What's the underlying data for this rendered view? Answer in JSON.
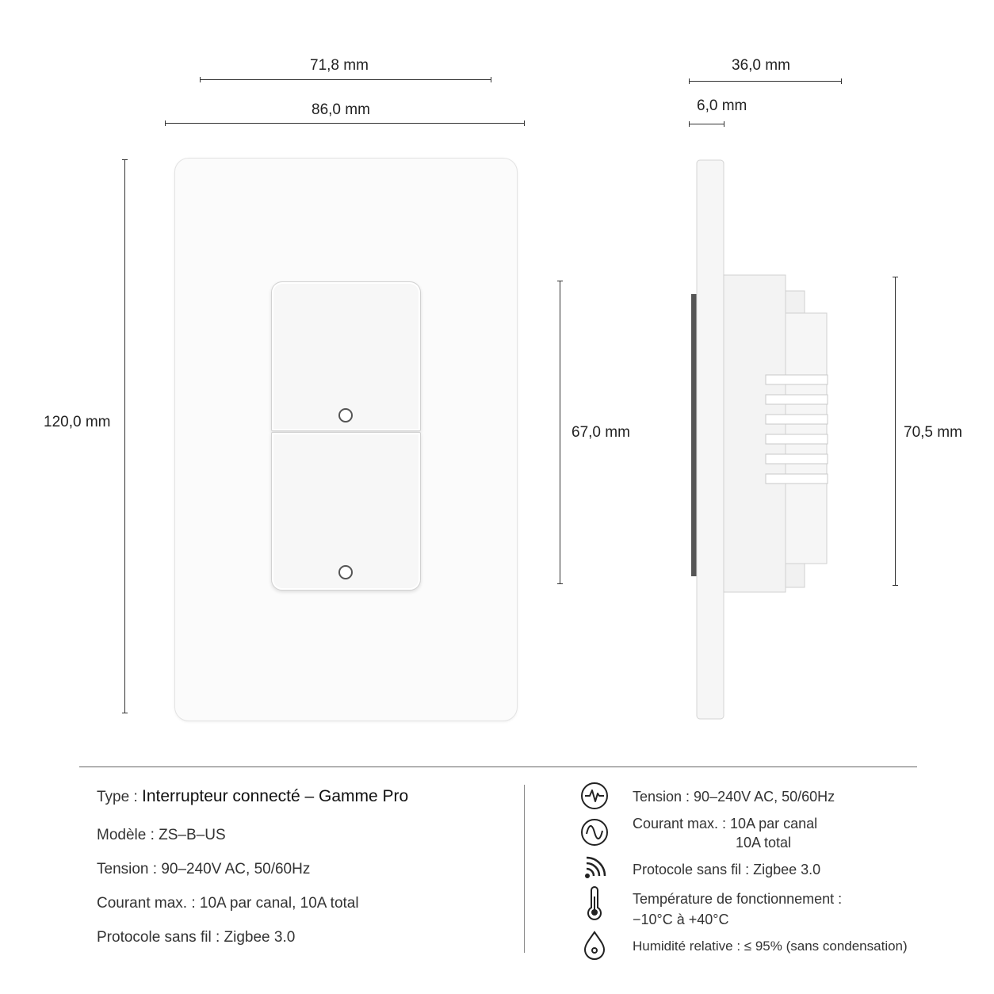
{
  "dimensions": {
    "front_inner_width": "71,8 mm",
    "front_outer_width": "86,0 mm",
    "front_height": "120,0 mm",
    "rocker_height": "67,0 mm",
    "side_depth": "36,0 mm",
    "side_plate_thickness": "6,0 mm",
    "side_body_height": "70,5 mm"
  },
  "specs_left": {
    "type_label": "Type : ",
    "type_value": "Interrupteur connecté – Gamme Pro",
    "model": "Modèle : ZS–B–US",
    "voltage": "Tension : 90–240V AC, 50/60Hz",
    "current": "Courant max. : 10A par canal, 10A total",
    "protocol": "Protocole sans fil : Zigbee 3.0"
  },
  "specs_right": {
    "voltage": "Tension : 90–240V AC, 50/60Hz",
    "current_line1": "Courant max. : 10A par canal",
    "current_line2": "10A total",
    "protocol": "Protocole sans fil : Zigbee 3.0",
    "temperature_line1": "Température de fonctionnement :",
    "temperature_line2": "−10°C à +40°C",
    "humidity": "Humidité relative : ≤ 95% (sans condensation)"
  },
  "icons": [
    "pulse-icon",
    "sine-wave-icon",
    "wireless-signal-icon",
    "thermometer-icon",
    "water-drop-icon"
  ]
}
